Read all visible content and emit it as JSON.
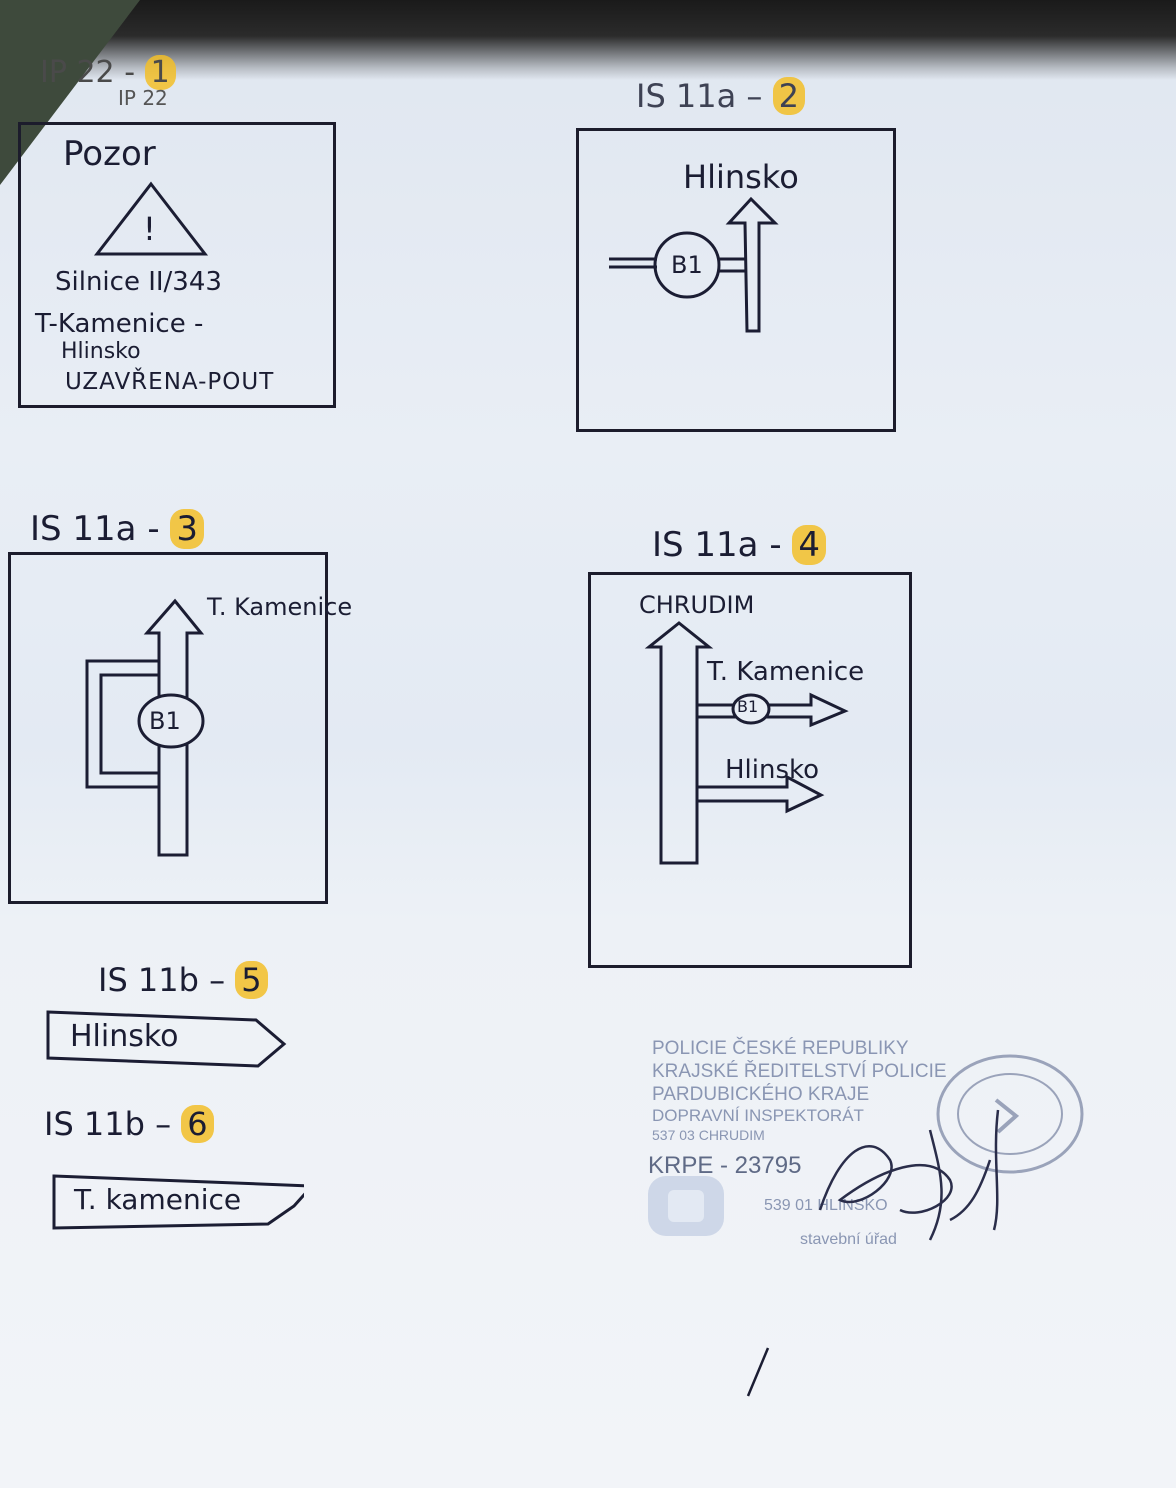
{
  "header_label": "IP 22",
  "header_label_sub": "IP 22",
  "header_number": "1",
  "sign1": {
    "title": "Pozor",
    "exclaim": "!",
    "line1": "Silnice II/343",
    "line2": "T-Kamenice -",
    "line3": "Hlinsko",
    "line4": "UZAVŘENA-POUT"
  },
  "sign2": {
    "code": "IS 11a",
    "number": "2",
    "destination": "Hlinsko",
    "route": "B1"
  },
  "sign3": {
    "code": "IS 11a",
    "number": "3",
    "destination": "T. Kamenice",
    "route": "B1"
  },
  "sign4": {
    "code": "IS 11a",
    "number": "4",
    "dest_top": "CHRUDIM",
    "dest_right1": "T. Kamenice",
    "dest_right2": "Hlinsko",
    "route": "B1"
  },
  "sign5": {
    "code": "IS 11b",
    "number": "5",
    "destination": "Hlinsko"
  },
  "sign6": {
    "code": "IS 11b",
    "number": "6",
    "destination": "T. kamenice"
  },
  "stamp": {
    "line1": "POLICIE ČESKÉ REPUBLIKY",
    "line2": "KRAJSKÉ ŘEDITELSTVÍ POLICIE",
    "line3": "PARDUBICKÉHO KRAJE",
    "line4": "DOPRAVNÍ INSPEKTORÁT",
    "line5": "537 03 CHRUDIM",
    "ref": "KRPE - 23795",
    "city": "539 01 HLINSKO",
    "office": "stavební úřad"
  },
  "colors": {
    "ink": "#1b1d33",
    "highlight": "#f2be28",
    "stamp": "#8a96b3"
  }
}
